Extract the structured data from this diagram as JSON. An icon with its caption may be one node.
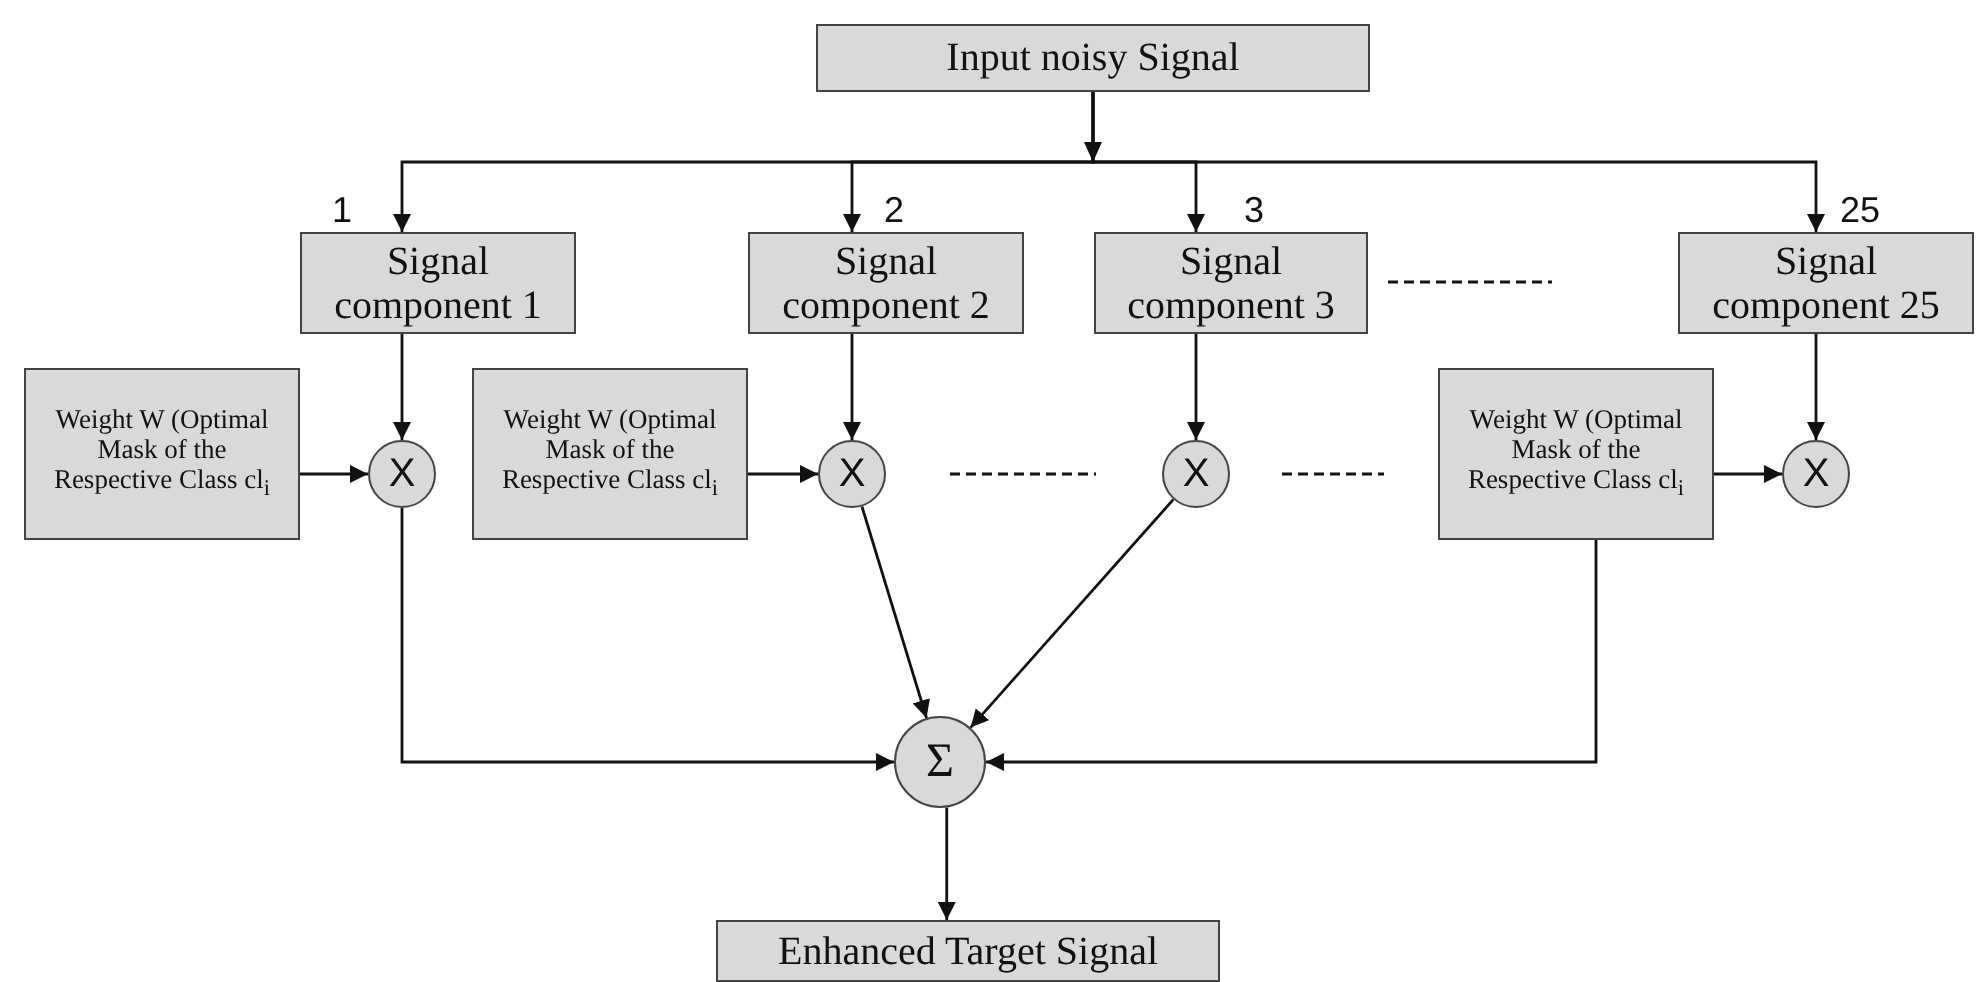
{
  "diagram": {
    "nodes": [
      {
        "text": [
          "Input noisy Signal"
        ]
      },
      {
        "text": [
          "Signal component 1"
        ],
        "beside": [
          "1"
        ]
      },
      {
        "text": [
          "Signal component 2"
        ],
        "beside": [
          "2"
        ]
      },
      {
        "text": [
          "Signal component 3"
        ],
        "beside": [
          "3"
        ]
      },
      {
        "text": [
          "Signal component 25"
        ],
        "beside": [
          "25"
        ]
      },
      {
        "text": [
          "Weight W (Optimal Mask of the Respective Class cl$_{i}$"
        ]
      },
      {
        "text": [
          "X"
        ]
      },
      {
        "text": [
          "Weight W (Optimal Mask of the Respective Class cl$_{i}$"
        ]
      },
      {
        "text": [
          "X"
        ]
      },
      {
        "text": [
          "X"
        ]
      },
      {
        "text": [
          "Weight W (Optimal Mask of the Respective Class cl$_{i}$"
        ]
      },
      {
        "text": [
          "X"
        ]
      },
      {
        "text": [
          "Σ"
        ]
      },
      {
        "text": [
          "Enhanced Target Signal"
        ]
      }
    ],
    "edges": [
      {
        "from": 0,
        "to": 1,
        "arrow": "to"
      },
      {
        "from": 0,
        "to": 2,
        "arrow": "to"
      },
      {
        "from": 0,
        "to": 3,
        "arrow": "to"
      },
      {
        "from": 0,
        "to": 4,
        "arrow": "to"
      },
      {
        "from": 1,
        "to": 6,
        "arrow": "to"
      },
      {
        "from": 2,
        "to": 8,
        "arrow": "to"
      },
      {
        "from": 3,
        "to": 9,
        "arrow": "to"
      },
      {
        "from": 4,
        "to": 11,
        "arrow": "to"
      },
      {
        "from": 5,
        "to": 6,
        "arrow": "to"
      },
      {
        "from": 7,
        "to": 8,
        "arrow": "to"
      },
      {
        "from": 10,
        "to": 11,
        "arrow": "to"
      },
      {
        "from": 6,
        "to": 12,
        "arrow": "to"
      },
      {
        "from": 8,
        "to": 12,
        "arrow": "to"
      },
      {
        "from": 9,
        "to": 12,
        "arrow": "to"
      },
      {
        "from": 10,
        "to": 12,
        "arrow": "to"
      },
      {
        "from": 12,
        "to": 13,
        "arrow": "to"
      }
    ]
  }
}
